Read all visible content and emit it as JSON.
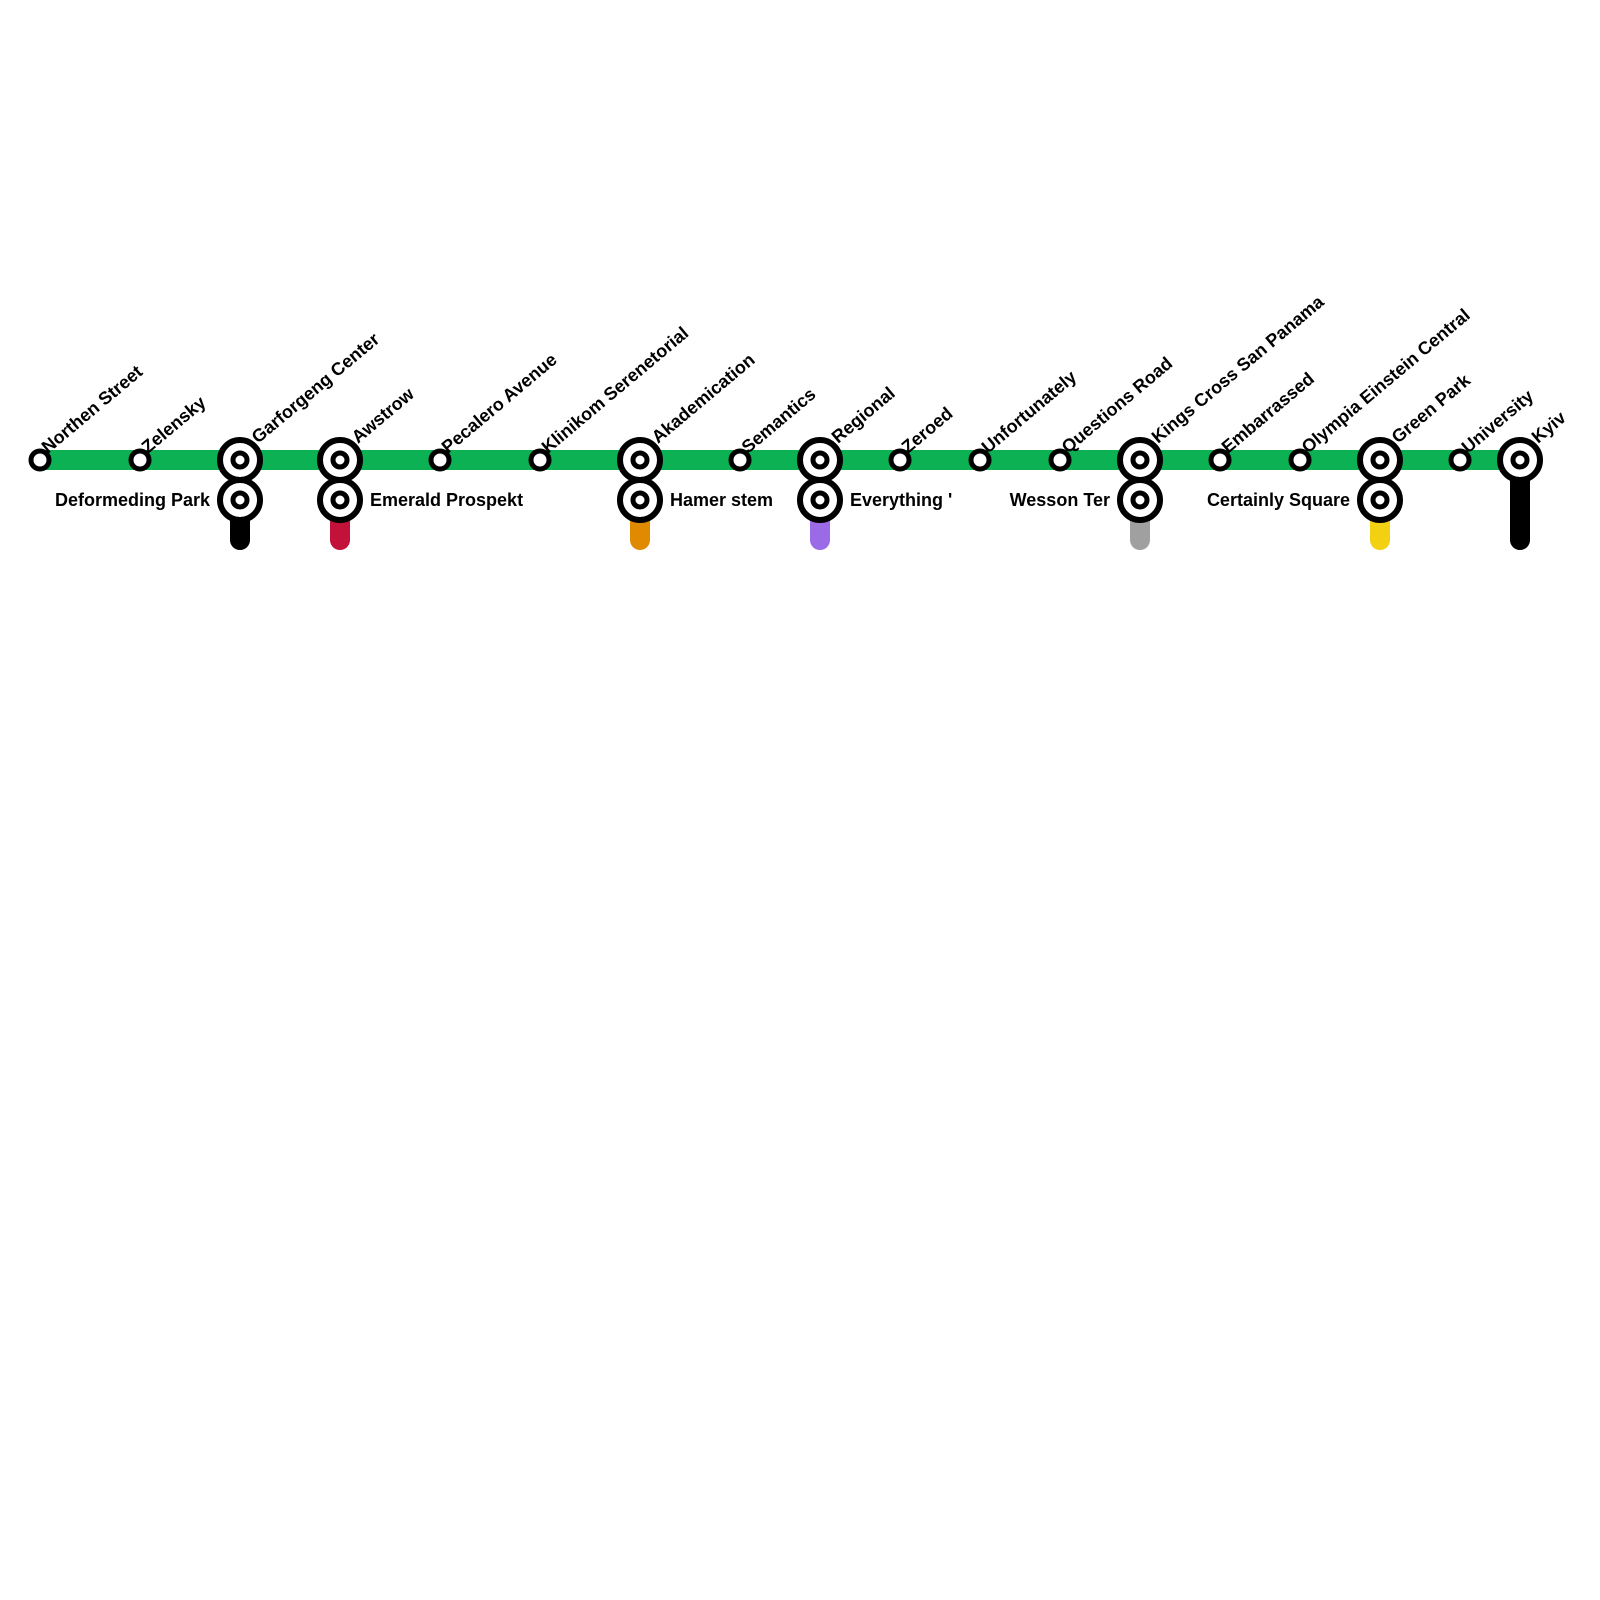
{
  "map": {
    "main_line_color": "#0bb153",
    "marker_color": "#000000",
    "stations": [
      {
        "name": "Northen Street",
        "interchange": false
      },
      {
        "name": "Zelensky",
        "interchange": false
      },
      {
        "name": "Garforgeng Center",
        "interchange": true,
        "branch_station": "Deformeding Park",
        "branch_color": "#000000"
      },
      {
        "name": "Awstrow",
        "interchange": true,
        "branch_station": "Emerald Prospekt",
        "branch_color": "#c2123a"
      },
      {
        "name": "Pecalero Avenue",
        "interchange": false
      },
      {
        "name": "Klinikom Serenetorial",
        "interchange": false
      },
      {
        "name": "Akademication",
        "interchange": true,
        "branch_station": "Hamer stem",
        "branch_color": "#e08a00"
      },
      {
        "name": "Semantics",
        "interchange": false
      },
      {
        "name": "Regional",
        "interchange": true,
        "branch_station": "Everything '",
        "branch_color": "#9b6ae6"
      },
      {
        "name": "Zeroed",
        "interchange": false
      },
      {
        "name": "Unfortunately",
        "interchange": false
      },
      {
        "name": "Questions Road",
        "interchange": false
      },
      {
        "name": "Kings Cross San Panama",
        "interchange": true,
        "branch_station": "Wesson Ter",
        "branch_color": "#a0a0a0"
      },
      {
        "name": "Embarrassed",
        "interchange": false
      },
      {
        "name": "Olympia Einstein Central",
        "interchange": false
      },
      {
        "name": "Green Park",
        "interchange": true,
        "branch_station": "Certainly Square",
        "branch_color": "#f2d012"
      },
      {
        "name": "University",
        "interchange": false
      },
      {
        "name": "Kyiv",
        "interchange": true,
        "branch_color": "#000000"
      }
    ]
  }
}
